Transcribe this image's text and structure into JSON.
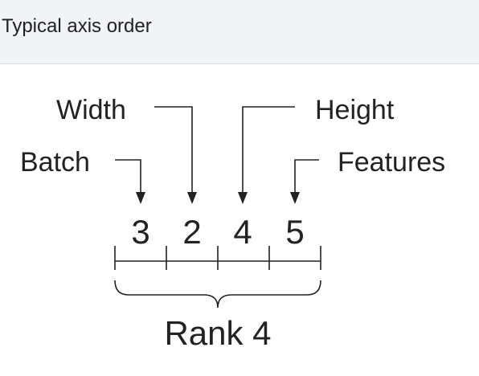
{
  "header": {
    "title": "Typical axis order"
  },
  "diagram": {
    "labels": {
      "width": "Width",
      "height": "Height",
      "batch": "Batch",
      "features": "Features"
    },
    "dims": [
      "3",
      "2",
      "4",
      "5"
    ],
    "rank_label": "Rank 4"
  }
}
